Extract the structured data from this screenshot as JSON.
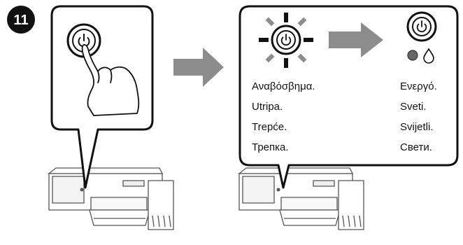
{
  "step": {
    "number": "11"
  },
  "status_labels": {
    "flashing": [
      "Αναβόσβημα.",
      "Utripa.",
      "Trepće.",
      "Трепка."
    ],
    "on": [
      "Ενεργό.",
      "Sveti.",
      "Svijetli.",
      "Свети."
    ]
  },
  "colors": {
    "arrow": "#8c8c8c",
    "ray_gray": "#8c8c8c",
    "outline": "#111111",
    "printer_line": "#555555"
  },
  "icons": {
    "power": "power-icon",
    "ink_drop": "ink-drop-icon",
    "ink_light": "ink-light-icon",
    "hand": "pointing-hand-icon",
    "printer": "printer-icon",
    "arrow": "right-arrow-icon"
  }
}
